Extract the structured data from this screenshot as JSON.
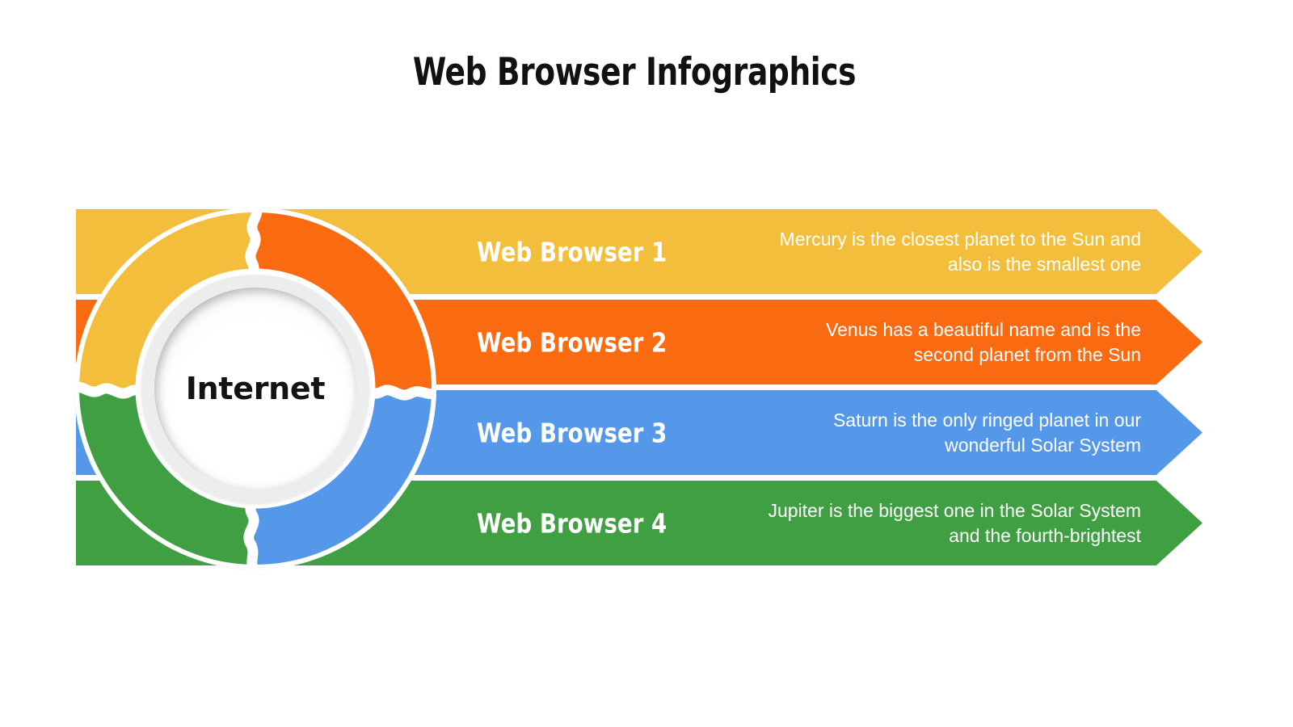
{
  "page": {
    "title": "Web Browser Infographics",
    "background_color": "#ffffff"
  },
  "hub": {
    "label": "Internet",
    "label_color": "#131313",
    "ring_color": "#eceded"
  },
  "palette": {
    "yellow": "#F2BE3C",
    "orange": "#F96A11",
    "blue": "#5598EA",
    "green": "#409F42",
    "text_on_bar": "#ffffff",
    "separator": "#ffffff"
  },
  "rows": [
    {
      "label": "Web Browser 1",
      "description": "Mercury is the closest planet to the Sun and also is the smallest one",
      "color": "#F2BE3C",
      "segment": "top-left"
    },
    {
      "label": "Web Browser 2",
      "description": "Venus has a beautiful name and is the second planet from the Sun",
      "color": "#F96A11",
      "segment": "top-right"
    },
    {
      "label": "Web Browser 3",
      "description": "Saturn is the only ringed planet in our wonderful Solar System",
      "color": "#5598EA",
      "segment": "bottom-right"
    },
    {
      "label": "Web Browser 4",
      "description": "Jupiter is the biggest one in the Solar System and the fourth-brightest",
      "color": "#409F42",
      "segment": "bottom-left"
    }
  ]
}
